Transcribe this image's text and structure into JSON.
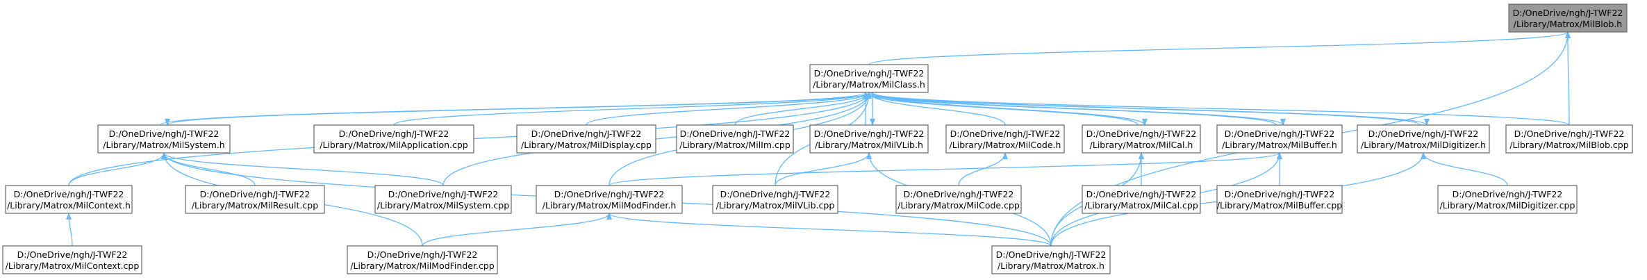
{
  "graph": {
    "nodes": [
      {
        "id": "milblob_h",
        "line1": "D:/OneDrive/ngh/J-TWF22",
        "line2": "/Library/Matrox/MilBlob.h",
        "current": true
      },
      {
        "id": "milclass_h",
        "line1": "D:/OneDrive/ngh/J-TWF22",
        "line2": "/Library/Matrox/MilClass.h"
      },
      {
        "id": "milsystem_h",
        "line1": "D:/OneDrive/ngh/J-TWF22",
        "line2": "/Library/Matrox/MilSystem.h"
      },
      {
        "id": "milapplication_cpp",
        "line1": "D:/OneDrive/ngh/J-TWF22",
        "line2": "/Library/Matrox/MilApplication.cpp"
      },
      {
        "id": "mildisplay_cpp",
        "line1": "D:/OneDrive/ngh/J-TWF22",
        "line2": "/Library/Matrox/MilDisplay.cpp"
      },
      {
        "id": "milim_cpp",
        "line1": "D:/OneDrive/ngh/J-TWF22",
        "line2": "/Library/Matrox/MilIm.cpp"
      },
      {
        "id": "milvlib_h",
        "line1": "D:/OneDrive/ngh/J-TWF22",
        "line2": "/Library/Matrox/MilVLib.h"
      },
      {
        "id": "milcode_h",
        "line1": "D:/OneDrive/ngh/J-TWF22",
        "line2": "/Library/Matrox/MilCode.h"
      },
      {
        "id": "milcal_h",
        "line1": "D:/OneDrive/ngh/J-TWF22",
        "line2": "/Library/Matrox/MilCal.h"
      },
      {
        "id": "milbuffer_h",
        "line1": "D:/OneDrive/ngh/J-TWF22",
        "line2": "/Library/Matrox/MilBuffer.h"
      },
      {
        "id": "mildigitizer_h",
        "line1": "D:/OneDrive/ngh/J-TWF22",
        "line2": "/Library/Matrox/MilDigitizer.h"
      },
      {
        "id": "milblob_cpp",
        "line1": "D:/OneDrive/ngh/J-TWF22",
        "line2": "/Library/Matrox/MilBlob.cpp"
      },
      {
        "id": "milcontext_h",
        "line1": "D:/OneDrive/ngh/J-TWF22",
        "line2": "/Library/Matrox/MilContext.h"
      },
      {
        "id": "milresult_cpp",
        "line1": "D:/OneDrive/ngh/J-TWF22",
        "line2": "/Library/Matrox/MilResult.cpp"
      },
      {
        "id": "milsystem_cpp",
        "line1": "D:/OneDrive/ngh/J-TWF22",
        "line2": "/Library/Matrox/MilSystem.cpp"
      },
      {
        "id": "milmodfinder_h",
        "line1": "D:/OneDrive/ngh/J-TWF22",
        "line2": "/Library/Matrox/MilModFinder.h"
      },
      {
        "id": "milvlib_cpp",
        "line1": "D:/OneDrive/ngh/J-TWF22",
        "line2": "/Library/Matrox/MilVLib.cpp"
      },
      {
        "id": "milcode_cpp",
        "line1": "D:/OneDrive/ngh/J-TWF22",
        "line2": "/Library/Matrox/MilCode.cpp"
      },
      {
        "id": "milcal_cpp",
        "line1": "D:/OneDrive/ngh/J-TWF22",
        "line2": "/Library/Matrox/MilCal.cpp"
      },
      {
        "id": "milbuffer_cpp",
        "line1": "D:/OneDrive/ngh/J-TWF22",
        "line2": "/Library/Matrox/MilBuffer.cpp"
      },
      {
        "id": "mildigitizer_cpp",
        "line1": "D:/OneDrive/ngh/J-TWF22",
        "line2": "/Library/Matrox/MilDigitizer.cpp"
      },
      {
        "id": "milcontext_cpp",
        "line1": "D:/OneDrive/ngh/J-TWF22",
        "line2": "/Library/Matrox/MilContext.cpp"
      },
      {
        "id": "milmodfinder_cpp",
        "line1": "D:/OneDrive/ngh/J-TWF22",
        "line2": "/Library/Matrox/MilModFinder.cpp"
      },
      {
        "id": "matrox_h",
        "line1": "D:/OneDrive/ngh/J-TWF22",
        "line2": "/Library/Matrox/Matrox.h"
      }
    ],
    "edges": [
      {
        "from": "milclass_h",
        "to": "milblob_h"
      },
      {
        "from": "milblob_cpp",
        "to": "milblob_h"
      },
      {
        "from": "matrox_h",
        "to": "milblob_h"
      },
      {
        "from": "milsystem_h",
        "to": "milclass_h"
      },
      {
        "from": "milclass_h",
        "to": "milsystem_h"
      },
      {
        "from": "milapplication_cpp",
        "to": "milclass_h"
      },
      {
        "from": "mildisplay_cpp",
        "to": "milclass_h"
      },
      {
        "from": "milim_cpp",
        "to": "milclass_h"
      },
      {
        "from": "milvlib_h",
        "to": "milclass_h"
      },
      {
        "from": "milclass_h",
        "to": "milvlib_h"
      },
      {
        "from": "milcode_h",
        "to": "milclass_h"
      },
      {
        "from": "milcal_h",
        "to": "milclass_h"
      },
      {
        "from": "milclass_h",
        "to": "milcal_h"
      },
      {
        "from": "milbuffer_h",
        "to": "milclass_h"
      },
      {
        "from": "milclass_h",
        "to": "milbuffer_h"
      },
      {
        "from": "mildigitizer_h",
        "to": "milclass_h"
      },
      {
        "from": "milclass_h",
        "to": "mildigitizer_h"
      },
      {
        "from": "milblob_cpp",
        "to": "milclass_h"
      },
      {
        "from": "milcontext_h",
        "to": "milclass_h"
      },
      {
        "from": "milsystem_cpp",
        "to": "milclass_h"
      },
      {
        "from": "milmodfinder_h",
        "to": "milclass_h"
      },
      {
        "from": "milvlib_cpp",
        "to": "milclass_h"
      },
      {
        "from": "milcontext_h",
        "to": "milsystem_h"
      },
      {
        "from": "milresult_cpp",
        "to": "milsystem_h"
      },
      {
        "from": "milsystem_cpp",
        "to": "milsystem_h"
      },
      {
        "from": "milmodfinder_cpp",
        "to": "milsystem_h"
      },
      {
        "from": "matrox_h",
        "to": "milsystem_h"
      },
      {
        "from": "milvlib_cpp",
        "to": "milvlib_h"
      },
      {
        "from": "matrox_h",
        "to": "milvlib_h"
      },
      {
        "from": "milcode_cpp",
        "to": "milcode_h"
      },
      {
        "from": "milcal_cpp",
        "to": "milcal_h"
      },
      {
        "from": "matrox_h",
        "to": "milcal_h"
      },
      {
        "from": "milmodfinder_h",
        "to": "milbuffer_h"
      },
      {
        "from": "milbuffer_cpp",
        "to": "milbuffer_h"
      },
      {
        "from": "matrox_h",
        "to": "milbuffer_h"
      },
      {
        "from": "mildigitizer_cpp",
        "to": "mildigitizer_h"
      },
      {
        "from": "matrox_h",
        "to": "mildigitizer_h"
      },
      {
        "from": "milcontext_cpp",
        "to": "milcontext_h"
      },
      {
        "from": "milmodfinder_cpp",
        "to": "milmodfinder_h"
      },
      {
        "from": "matrox_h",
        "to": "milmodfinder_h"
      }
    ]
  }
}
